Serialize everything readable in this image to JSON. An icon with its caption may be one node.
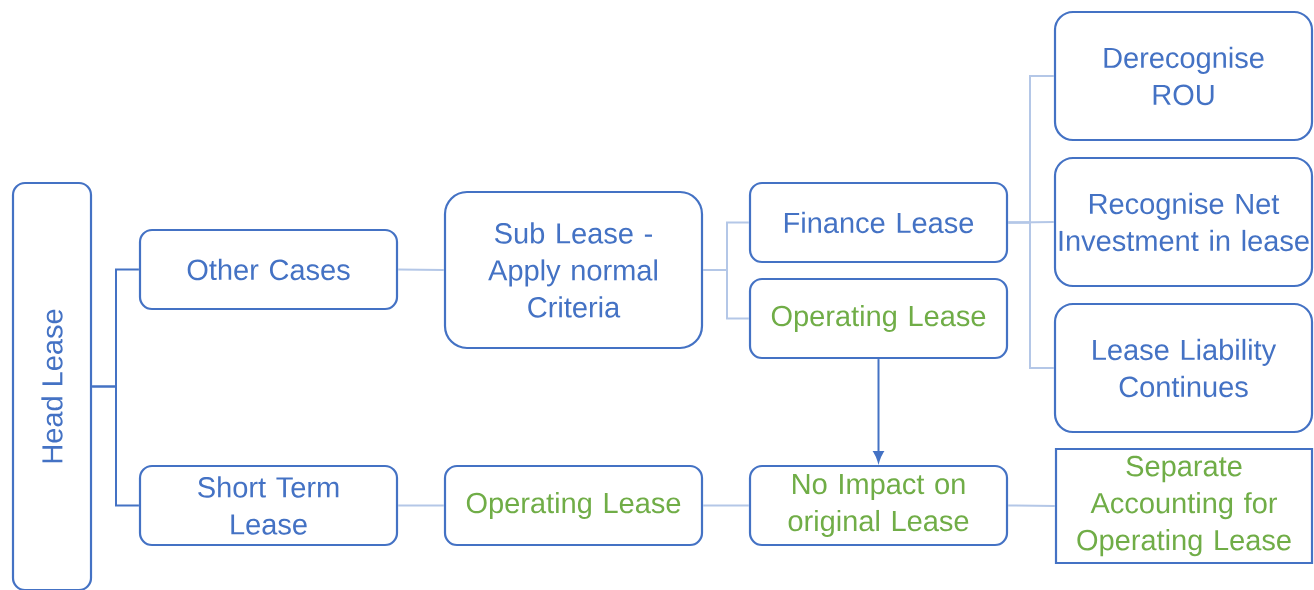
{
  "diagram": {
    "nodes": [
      {
        "text": [
          "Head Lease"
        ]
      },
      {
        "text": [
          "Other Cases"
        ]
      },
      {
        "text": [
          "Short Term Lease"
        ]
      },
      {
        "text": [
          "Sub Lease - Apply normal Criteria"
        ]
      },
      {
        "text": [
          "Operating Lease"
        ]
      },
      {
        "text": [
          "Finance Lease"
        ]
      },
      {
        "text": [
          "Operating Lease"
        ]
      },
      {
        "text": [
          "No Impact on original Lease"
        ]
      },
      {
        "text": [
          "Derecognise ROU"
        ]
      },
      {
        "text": [
          "Recognise Net Investment in lease"
        ]
      },
      {
        "text": [
          "Lease Liability Continues"
        ]
      },
      {
        "text": [
          "Separate Accounting for Operating Lease"
        ]
      }
    ],
    "edges": [
      {
        "from": 0,
        "to": 1,
        "arrow": "none",
        "color": "#4472c4"
      },
      {
        "from": 0,
        "to": 2,
        "arrow": "none",
        "color": "#4472c4"
      },
      {
        "from": 1,
        "to": 3,
        "arrow": "none"
      },
      {
        "from": 2,
        "to": 4,
        "arrow": "none"
      },
      {
        "from": 3,
        "to": 5,
        "arrow": "none"
      },
      {
        "from": 3,
        "to": 6,
        "arrow": "none"
      },
      {
        "from": 5,
        "to": 8,
        "arrow": "none"
      },
      {
        "from": 5,
        "to": 9,
        "arrow": "none"
      },
      {
        "from": 5,
        "to": 10,
        "arrow": "none"
      },
      {
        "from": 6,
        "to": 7,
        "arrow": "to",
        "color": "#4472c4"
      },
      {
        "from": 4,
        "to": 7,
        "arrow": "none"
      },
      {
        "from": 7,
        "to": 11,
        "arrow": "none"
      }
    ]
  }
}
